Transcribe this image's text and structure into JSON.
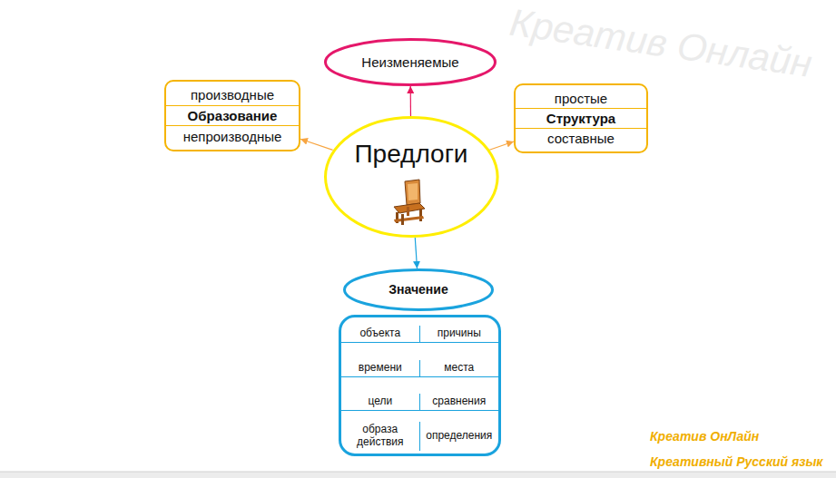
{
  "diagram": {
    "nodes": [
      {
        "text": [
          "Предлоги"
        ]
      },
      {
        "text": [
          "Неизменяемые"
        ]
      },
      {
        "text": [
          "производные",
          "Образование",
          "непроизводные"
        ]
      },
      {
        "text": [
          "простые",
          "Структура",
          "составные"
        ]
      },
      {
        "text": [
          "Значение"
        ]
      },
      {
        "text": [
          "объекта",
          "причины",
          "времени",
          "места",
          "цели",
          "сравнения",
          "образа действия",
          "определения"
        ]
      }
    ],
    "edges": [
      {
        "from": 0,
        "to": 1,
        "arrow": "to"
      },
      {
        "from": 0,
        "to": 2,
        "arrow": "to"
      },
      {
        "from": 0,
        "to": 3,
        "arrow": "to"
      },
      {
        "from": 0,
        "to": 4,
        "arrow": "to"
      }
    ],
    "labels": [
      "Креатив Онлайн",
      "Креатив ОнЛайн",
      "Креативный Русский язык"
    ]
  }
}
